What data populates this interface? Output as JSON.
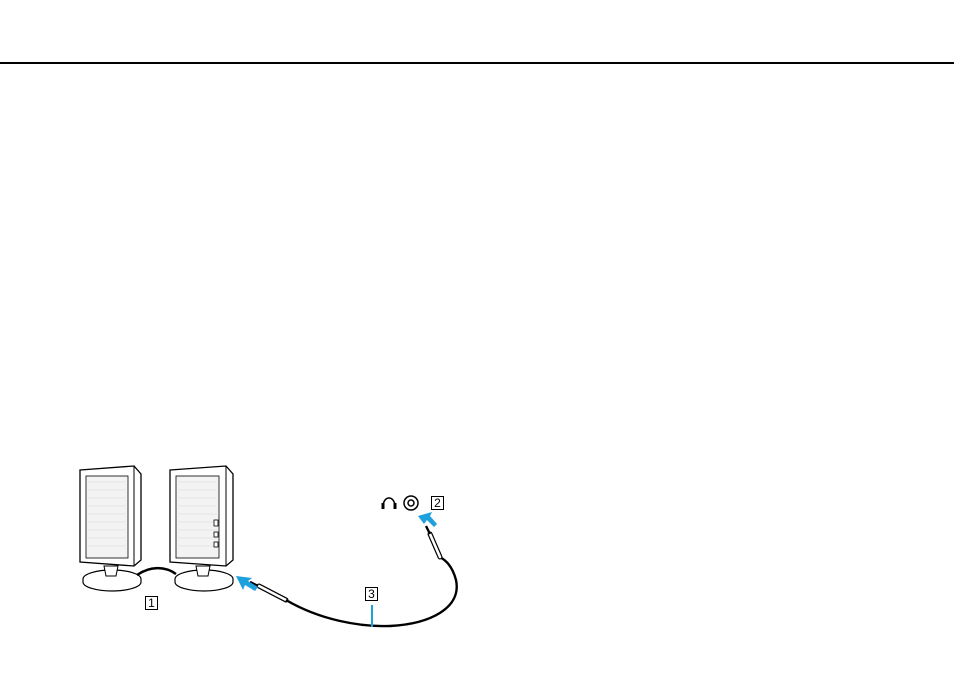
{
  "callouts": {
    "speakers": "1",
    "headphones_jack": "2",
    "speaker_cable": "3"
  },
  "icons": {
    "headphones": "headphones-icon",
    "jack": "jack-icon",
    "arrow": "arrow-icon"
  },
  "colors": {
    "arrow": "#1ea0dc",
    "cable_marker": "#1ea0dc",
    "line": "#000000"
  }
}
